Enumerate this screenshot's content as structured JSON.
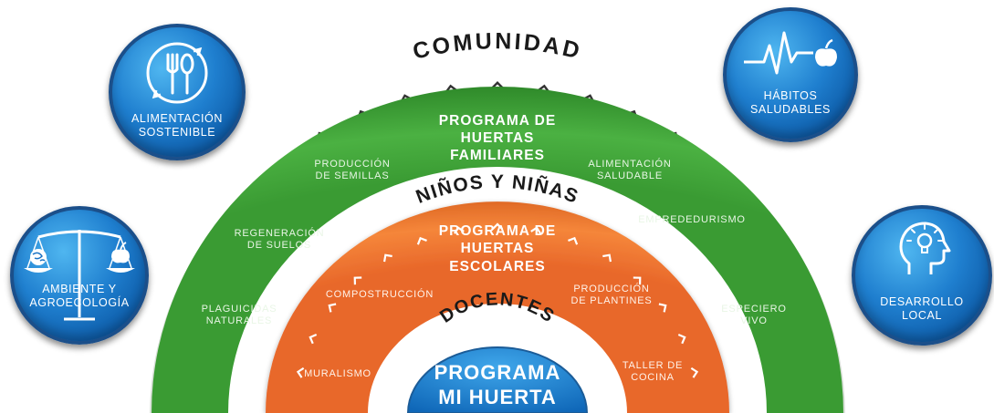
{
  "outer_ring_title": "COMUNIDAD",
  "green_ring": {
    "title_lines": [
      "PROGRAMA DE",
      "HUERTAS",
      "FAMILIARES"
    ],
    "color": "#43a83a",
    "items": [
      {
        "lines": [
          "PRODUCCIÓN",
          "DE SEMILLAS"
        ]
      },
      {
        "lines": [
          "ALIMENTACIÓN",
          "SALUDABLE"
        ]
      },
      {
        "lines": [
          "REGENERACIÓN",
          "DE SUELOS"
        ]
      },
      {
        "lines": [
          "EMPREDEDURISMO"
        ]
      },
      {
        "lines": [
          "PLAGUICIDAS",
          "NATURALES"
        ]
      },
      {
        "lines": [
          "ESPECIERO",
          "VIVO"
        ]
      }
    ]
  },
  "middle_ring_title": "NIÑOS Y NIÑAS",
  "orange_ring": {
    "title_lines": [
      "PROGRAMA DE",
      "HUERTAS",
      "ESCOLARES"
    ],
    "color": "#ef7b32",
    "items": [
      {
        "lines": [
          "COMPOSTRUCCIÓN"
        ]
      },
      {
        "lines": [
          "PRODUCCIÓN",
          "DE PLANTINES"
        ]
      },
      {
        "lines": [
          "MURALISMO"
        ]
      },
      {
        "lines": [
          "TALLER DE",
          "COCINA"
        ]
      }
    ]
  },
  "inner_ring_title": "DOCENTES",
  "center": {
    "lines": [
      "PROGRAMA",
      "MI HUERTA"
    ],
    "color": "#1f86d4"
  },
  "badges": [
    {
      "label_lines": [
        "ALIMENTACIÓN",
        "SOSTENIBLE"
      ],
      "icon": "fork-spoon-icon"
    },
    {
      "label_lines": [
        "AMBIENTE Y",
        "AGROECOLOGÍA"
      ],
      "icon": "balance-scale-icon"
    },
    {
      "label_lines": [
        "HÁBITOS",
        "SALUDABLES"
      ],
      "icon": "heartbeat-apple-icon"
    },
    {
      "label_lines": [
        "DESARROLLO",
        "LOCAL"
      ],
      "icon": "head-lightbulb-icon"
    }
  ],
  "colors": {
    "chevron": "#333333",
    "badge_blue": "#1573c4",
    "text_dark": "#1a1a1a"
  }
}
